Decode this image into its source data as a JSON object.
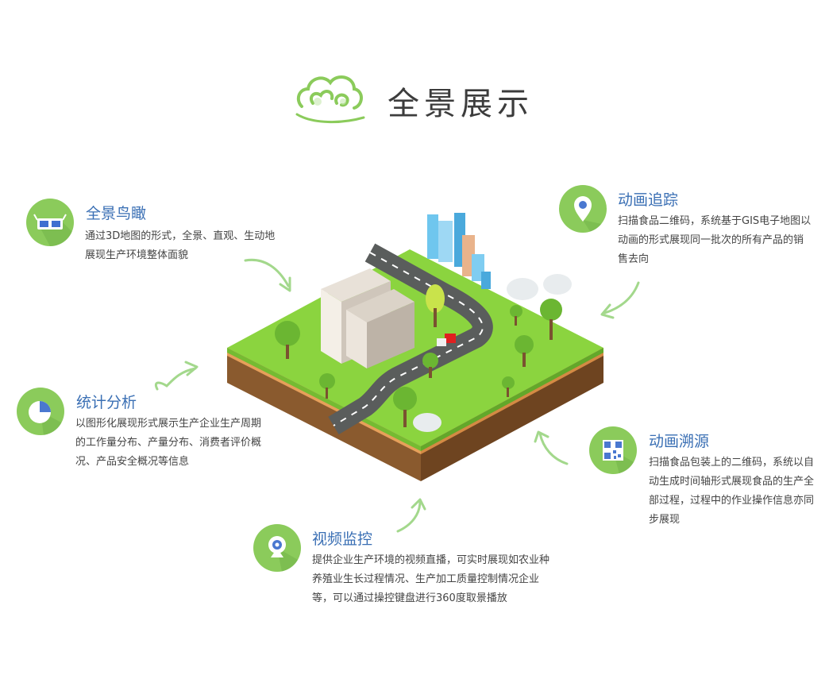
{
  "header": {
    "title": "全景展示",
    "logo_icon": "cloud-logo-icon"
  },
  "colors": {
    "accent_green": "#8bcb5b",
    "title_blue": "#3a6fb4",
    "text": "#444444"
  },
  "features": [
    {
      "id": "aerial",
      "icon": "3d-glasses-icon",
      "title": "全景鸟瞰",
      "desc": "通过3D地图的形式，全景、直观、生动地展现生产环境整体面貌"
    },
    {
      "id": "stats",
      "icon": "pie-chart-icon",
      "title": "统计分析",
      "desc": "以图形化展现形式展示生产企业生产周期的工作量分布、产量分布、消费者评价概况、产品安全概况等信息"
    },
    {
      "id": "video",
      "icon": "webcam-icon",
      "title": "视频监控",
      "desc": "提供企业生产环境的视频直播，可实时展现如农业种养殖业生长过程情况、生产加工质量控制情况企业等，可以通过操控键盘进行360度取景播放"
    },
    {
      "id": "trace",
      "icon": "location-pin-icon",
      "title": "动画追踪",
      "desc": "扫描食品二维码，系统基于GIS电子地图以动画的形式展现同一批次的所有产品的销售去向"
    },
    {
      "id": "source",
      "icon": "qr-code-icon",
      "title": "动画溯源",
      "desc": "扫描食品包装上的二维码，系统以自动生成时间轴形式展现食品的生产全部过程，过程中的作业操作信息亦同步展现"
    }
  ]
}
